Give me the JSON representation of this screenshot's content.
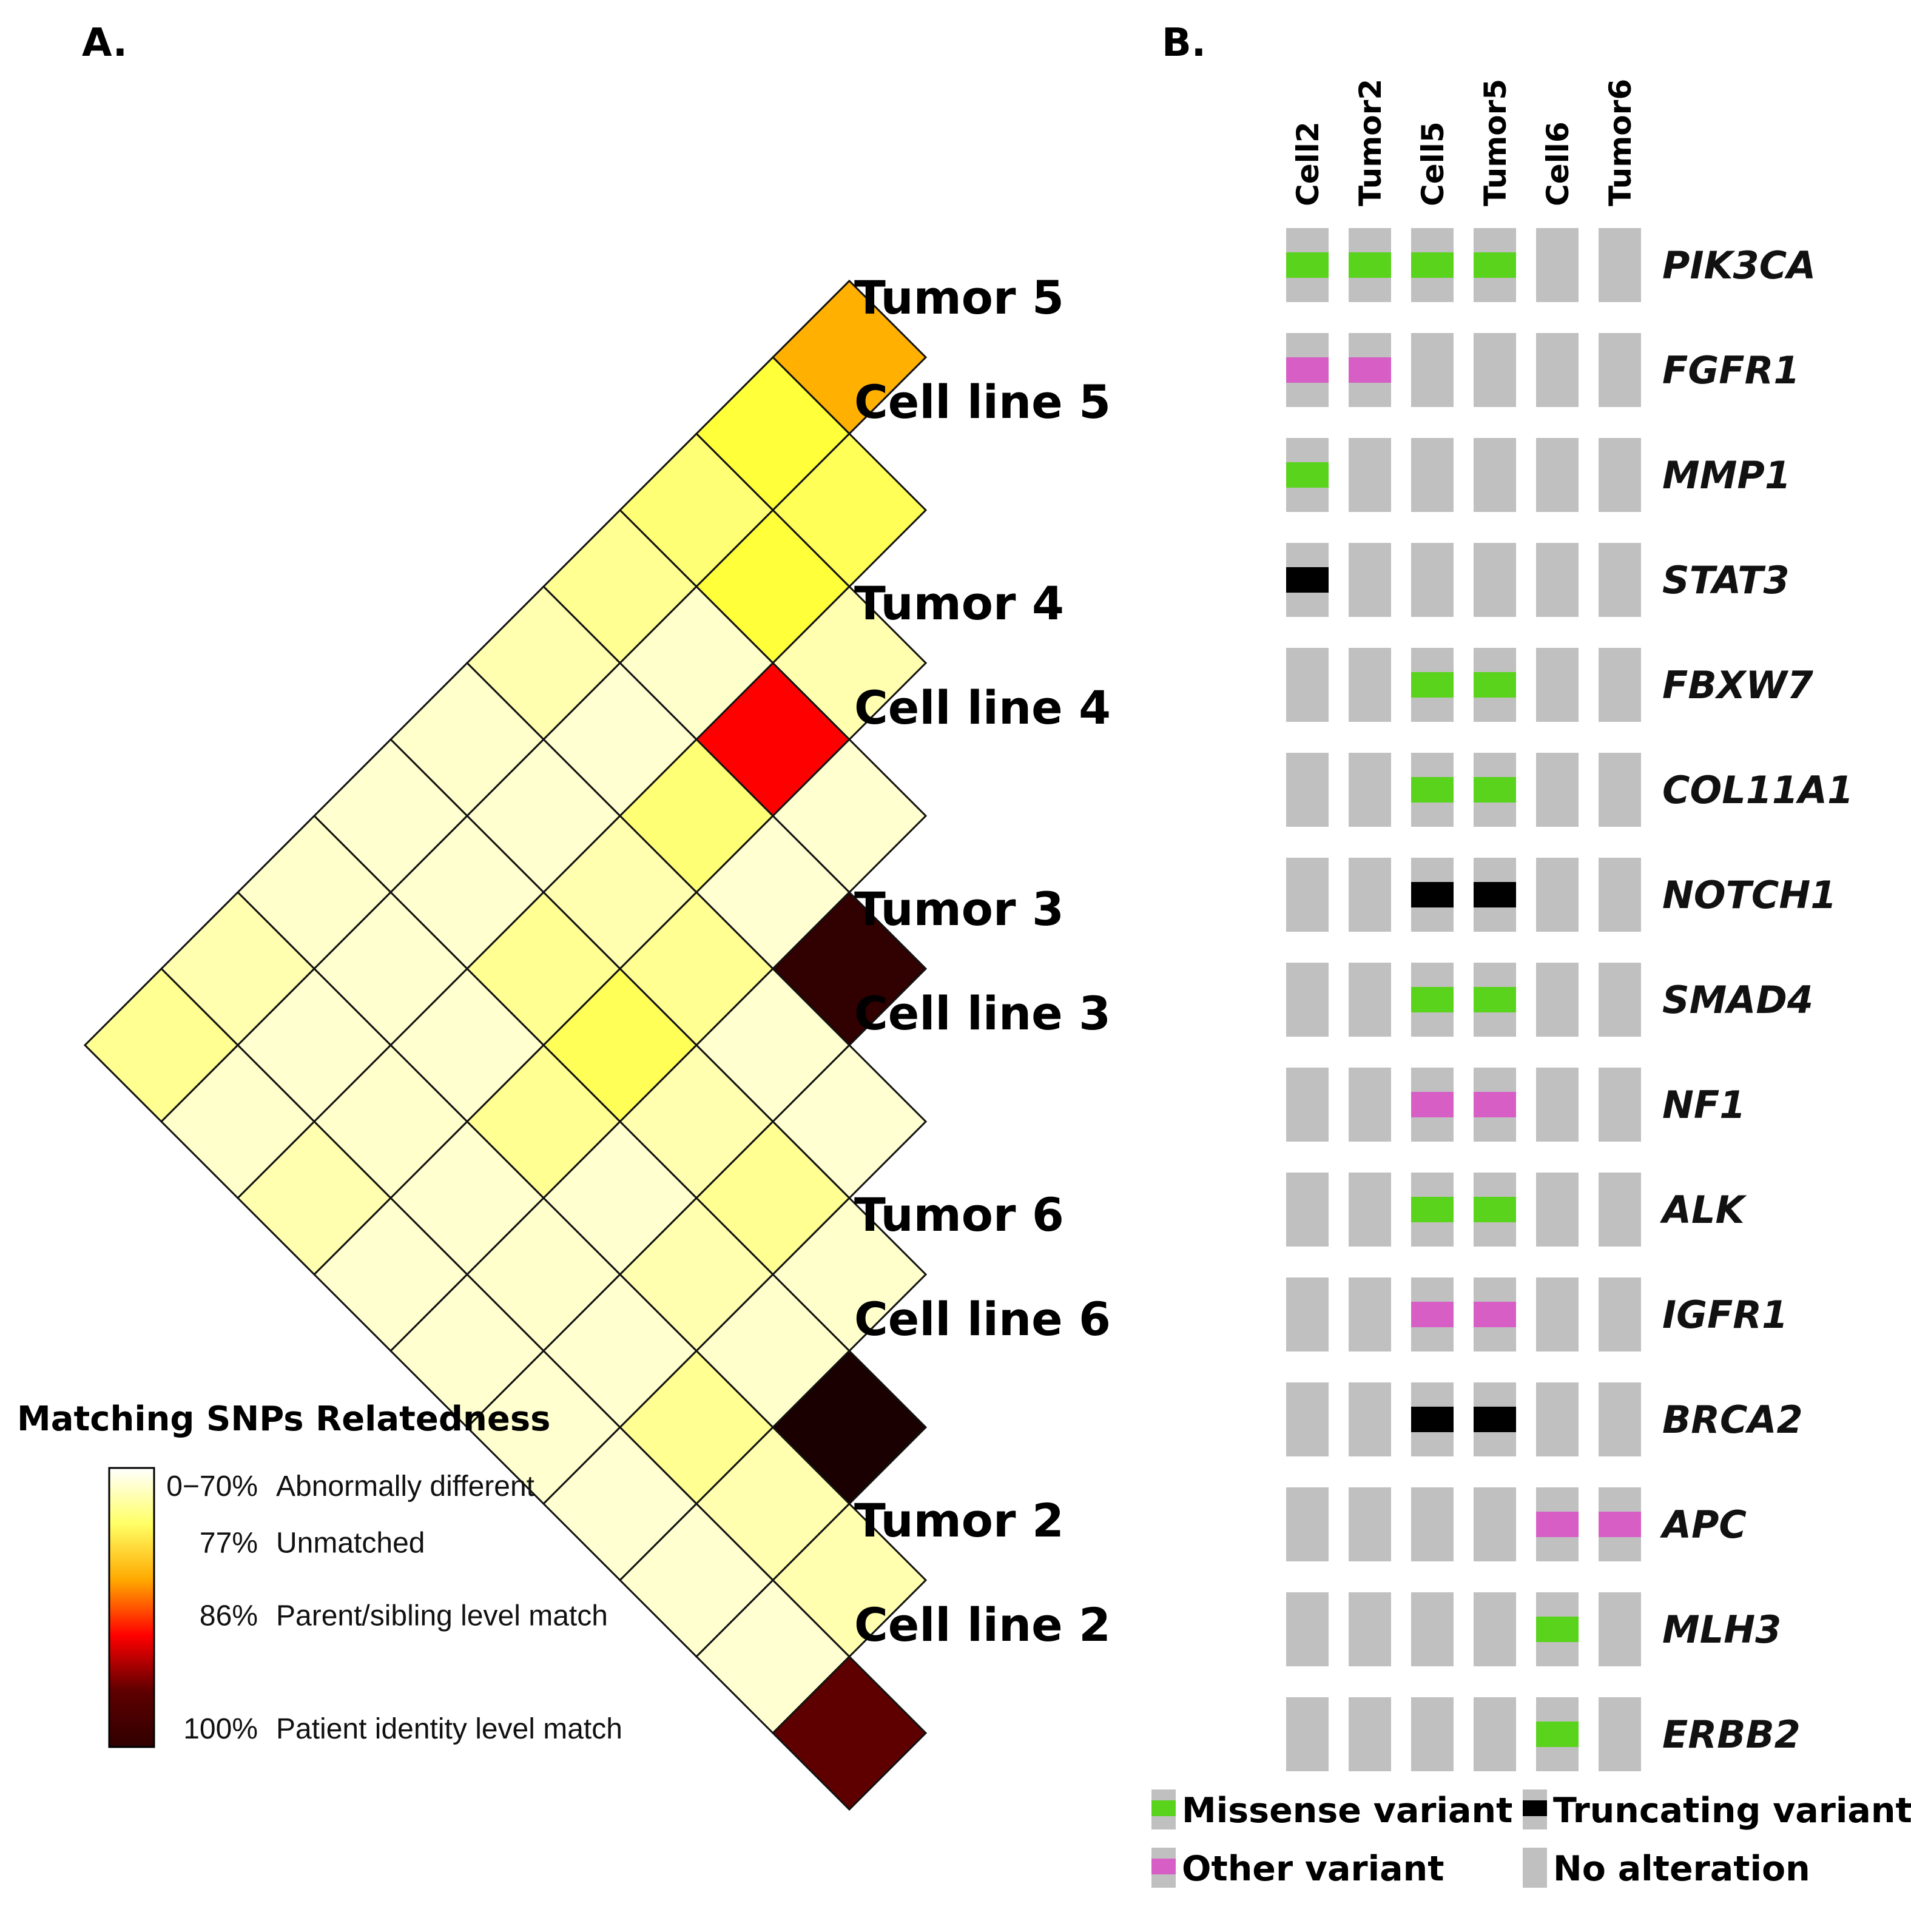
{
  "panels": {
    "a": "A.",
    "b": "B."
  },
  "chart_data": [
    {
      "type": "heatmap",
      "variant": "triangular-relatedness",
      "pairs": [
        "Tumor 5",
        "Cell line 5",
        "Tumor 4",
        "Cell line 4",
        "Tumor 3",
        "Cell line 3",
        "Tumor 6",
        "Cell line 6",
        "Tumor 2",
        "Cell line 2"
      ],
      "values": [
        [
          83
        ],
        [
          75,
          74
        ],
        [
          73,
          75,
          71
        ],
        [
          72,
          70,
          87,
          69
        ],
        [
          71,
          68,
          73,
          68,
          99
        ],
        [
          70,
          69,
          71,
          72,
          69,
          68
        ],
        [
          69,
          69,
          72,
          74,
          71,
          72,
          70
        ],
        [
          70,
          69,
          69,
          72,
          69,
          71,
          70,
          100
        ],
        [
          71,
          69,
          70,
          69,
          70,
          69,
          72,
          71,
          71
        ],
        [
          72,
          70,
          71,
          69,
          69,
          69,
          68,
          69,
          68,
          97
        ]
      ],
      "legend": {
        "title": "Matching SNPs Relatedness",
        "stops": [
          {
            "pct": "0−70%",
            "desc": "Abnormally different",
            "value": 70
          },
          {
            "pct": "77%",
            "desc": "Unmatched",
            "value": 77
          },
          {
            "pct": "86%",
            "desc": "Parent/sibling level match",
            "value": 86
          },
          {
            "pct": "100%",
            "desc": "Patient identity level match",
            "value": 100
          }
        ],
        "gradient": [
          "#ffffff",
          "#ffff66",
          "#ffaa00",
          "#ff0000",
          "#5e0000",
          "#300000"
        ]
      }
    },
    {
      "type": "table",
      "variant": "oncoprint",
      "samples": [
        "Cell2",
        "Tumor2",
        "Cell5",
        "Tumor5",
        "Cell6",
        "Tumor6"
      ],
      "genes": [
        "PIK3CA",
        "FGFR1",
        "MMP1",
        "STAT3",
        "FBXW7",
        "COL11A1",
        "NOTCH1",
        "SMAD4",
        "NF1",
        "ALK",
        "IGFR1",
        "BRCA2",
        "APC",
        "MLH3",
        "ERBB2"
      ],
      "alterations": [
        [
          "missense",
          "missense",
          "missense",
          "missense",
          "none",
          "none"
        ],
        [
          "other",
          "other",
          "none",
          "none",
          "none",
          "none"
        ],
        [
          "missense",
          "none",
          "none",
          "none",
          "none",
          "none"
        ],
        [
          "truncating",
          "none",
          "none",
          "none",
          "none",
          "none"
        ],
        [
          "none",
          "none",
          "missense",
          "missense",
          "none",
          "none"
        ],
        [
          "none",
          "none",
          "missense",
          "missense",
          "none",
          "none"
        ],
        [
          "none",
          "none",
          "truncating",
          "truncating",
          "none",
          "none"
        ],
        [
          "none",
          "none",
          "missense",
          "missense",
          "none",
          "none"
        ],
        [
          "none",
          "none",
          "other",
          "other",
          "none",
          "none"
        ],
        [
          "none",
          "none",
          "missense",
          "missense",
          "none",
          "none"
        ],
        [
          "none",
          "none",
          "other",
          "other",
          "none",
          "none"
        ],
        [
          "none",
          "none",
          "truncating",
          "truncating",
          "none",
          "none"
        ],
        [
          "none",
          "none",
          "none",
          "none",
          "other",
          "other"
        ],
        [
          "none",
          "none",
          "none",
          "none",
          "missense",
          "none"
        ],
        [
          "none",
          "none",
          "none",
          "none",
          "missense",
          "none"
        ]
      ],
      "legend": [
        {
          "key": "missense",
          "label": "Missense variant",
          "color": "#5ad31c"
        },
        {
          "key": "truncating",
          "label": "Truncating variant",
          "color": "#000000"
        },
        {
          "key": "other",
          "label": "Other variant",
          "color": "#d65ec5"
        },
        {
          "key": "none",
          "label": "No alteration",
          "color": "#c0c0c0"
        }
      ]
    }
  ]
}
